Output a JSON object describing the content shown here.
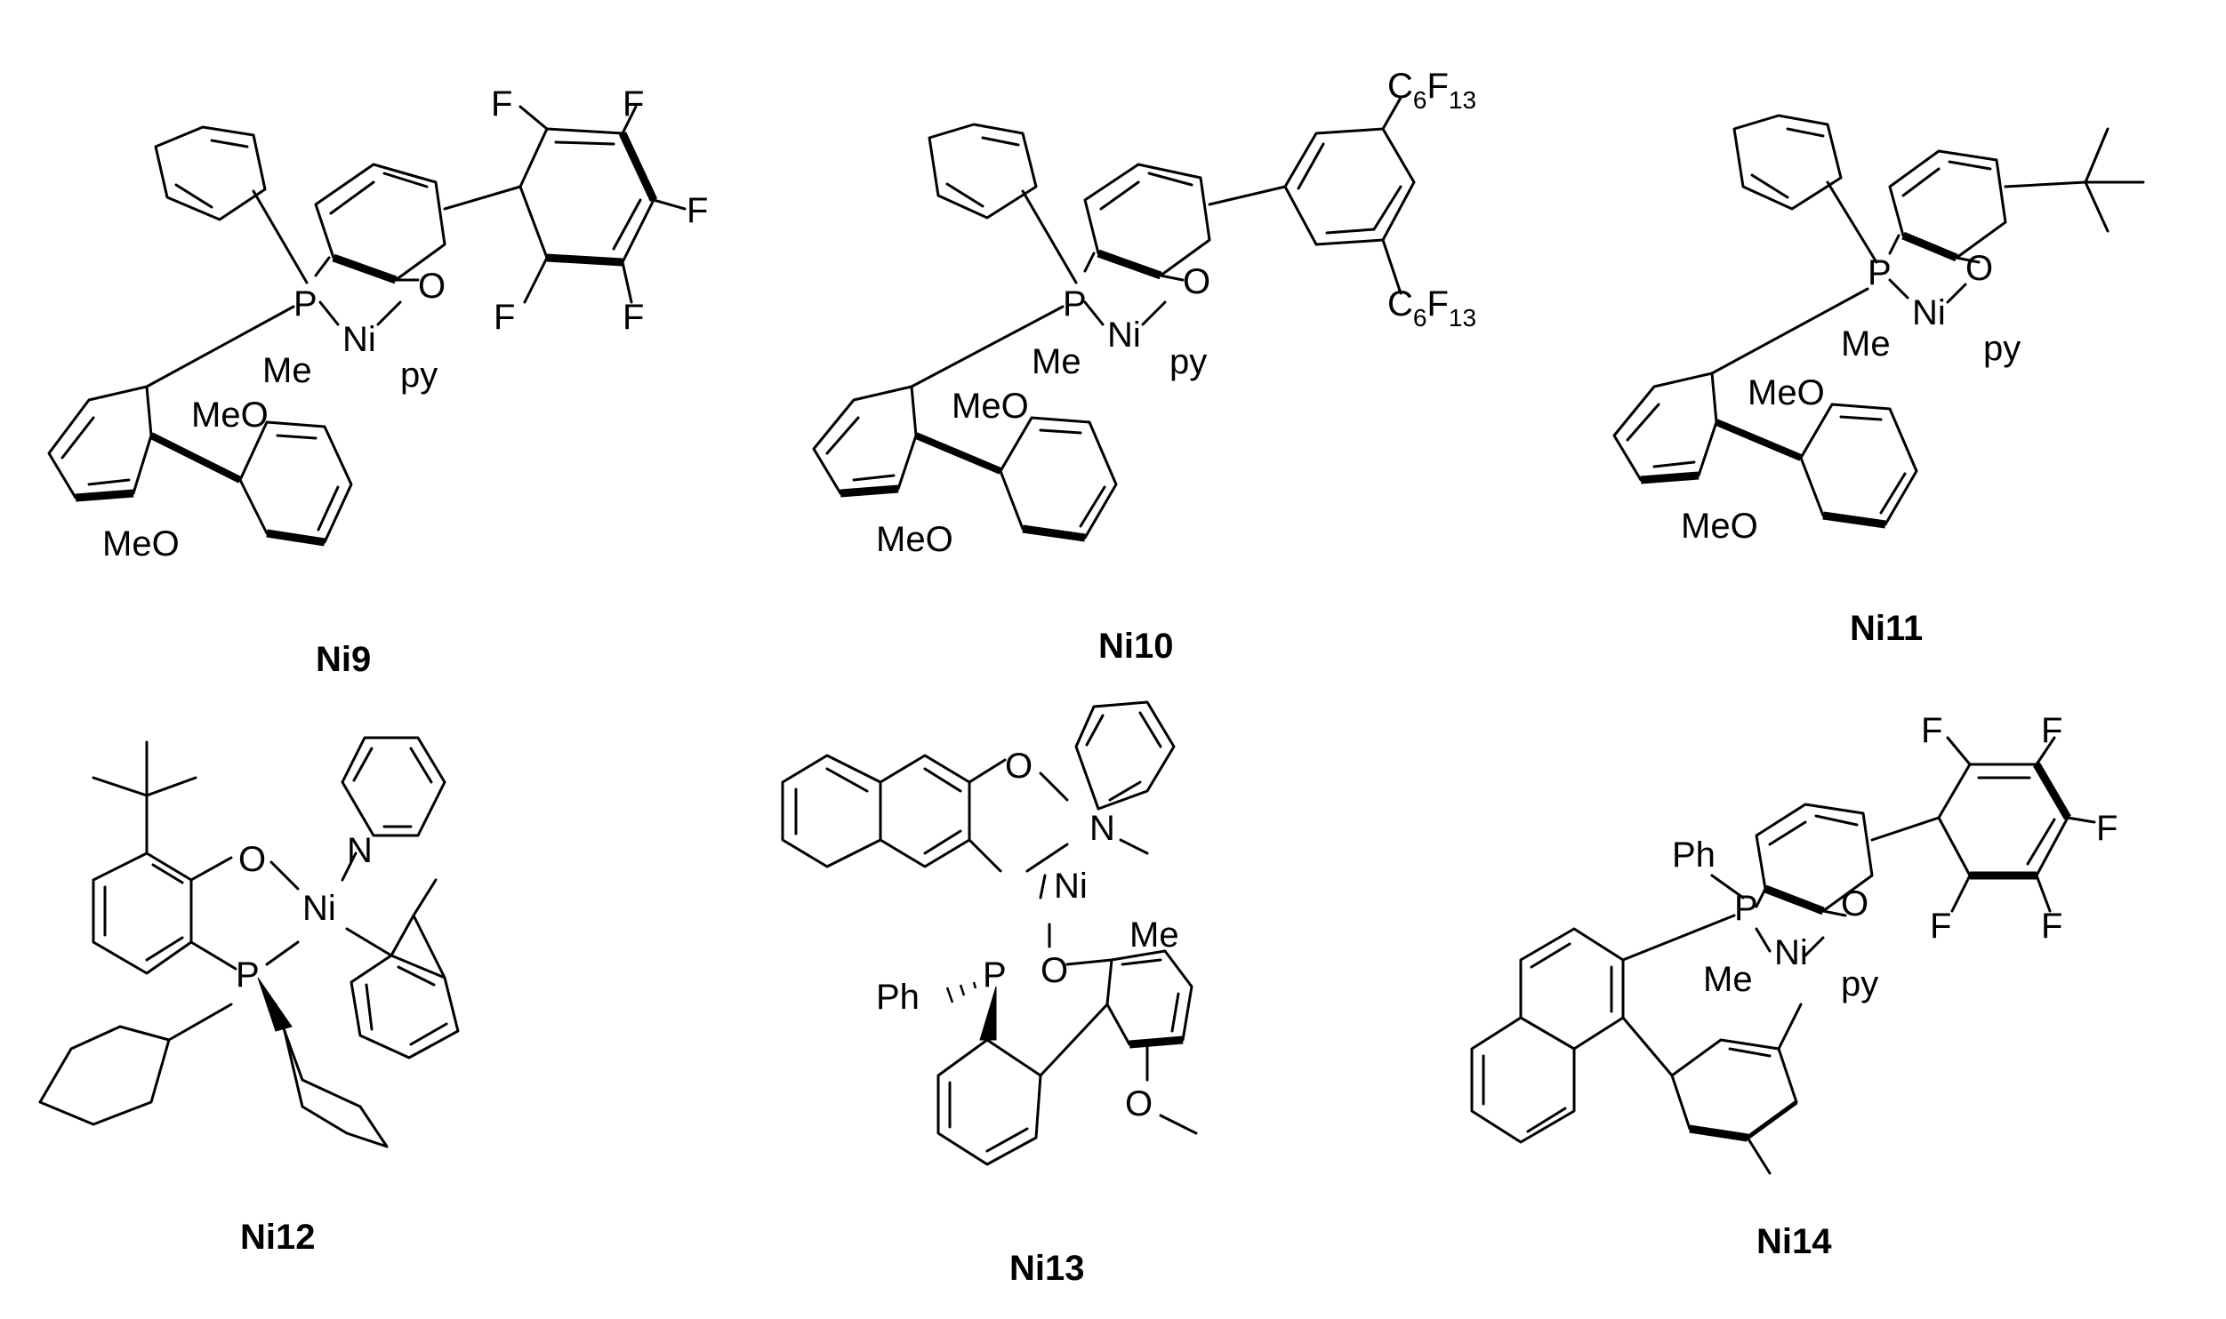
{
  "compounds": [
    {
      "id": "Ni9",
      "label": "Ni9",
      "atoms": {
        "p": "P",
        "o": "O",
        "ni": "Ni",
        "me": "Me",
        "py": "py",
        "ome_top": "MeO",
        "ome_bottom": "MeO",
        "f1": "F",
        "f2": "F",
        "f3": "F",
        "f4": "F",
        "f5": "F"
      }
    },
    {
      "id": "Ni10",
      "label": "Ni10",
      "atoms": {
        "p": "P",
        "o": "O",
        "ni": "Ni",
        "me": "Me",
        "py": "py",
        "ome_top": "MeO",
        "ome_bottom": "MeO",
        "c6f13_top_c": "C",
        "c6f13_top_6": "6",
        "c6f13_top_f": "F",
        "c6f13_top_13": "13",
        "c6f13_bot_c": "C",
        "c6f13_bot_6": "6",
        "c6f13_bot_f": "F",
        "c6f13_bot_13": "13"
      }
    },
    {
      "id": "Ni11",
      "label": "Ni11",
      "atoms": {
        "p": "P",
        "o": "O",
        "ni": "Ni",
        "me": "Me",
        "py": "py",
        "ome_top": "MeO",
        "ome_bottom": "MeO"
      }
    },
    {
      "id": "Ni12",
      "label": "Ni12",
      "atoms": {
        "o": "O",
        "n": "N",
        "ni": "Ni",
        "p": "P"
      }
    },
    {
      "id": "Ni13",
      "label": "Ni13",
      "atoms": {
        "o": "O",
        "n": "N",
        "ni": "Ni",
        "me": "Me",
        "p": "P",
        "ph": "Ph",
        "o_top": "O",
        "o_bottom": "O"
      }
    },
    {
      "id": "Ni14",
      "label": "Ni14",
      "atoms": {
        "ph": "Ph",
        "p": "P",
        "o": "O",
        "ni": "Ni",
        "me": "Me",
        "py": "py",
        "f1": "F",
        "f2": "F",
        "f3": "F",
        "f4": "F",
        "f5": "F"
      }
    }
  ]
}
